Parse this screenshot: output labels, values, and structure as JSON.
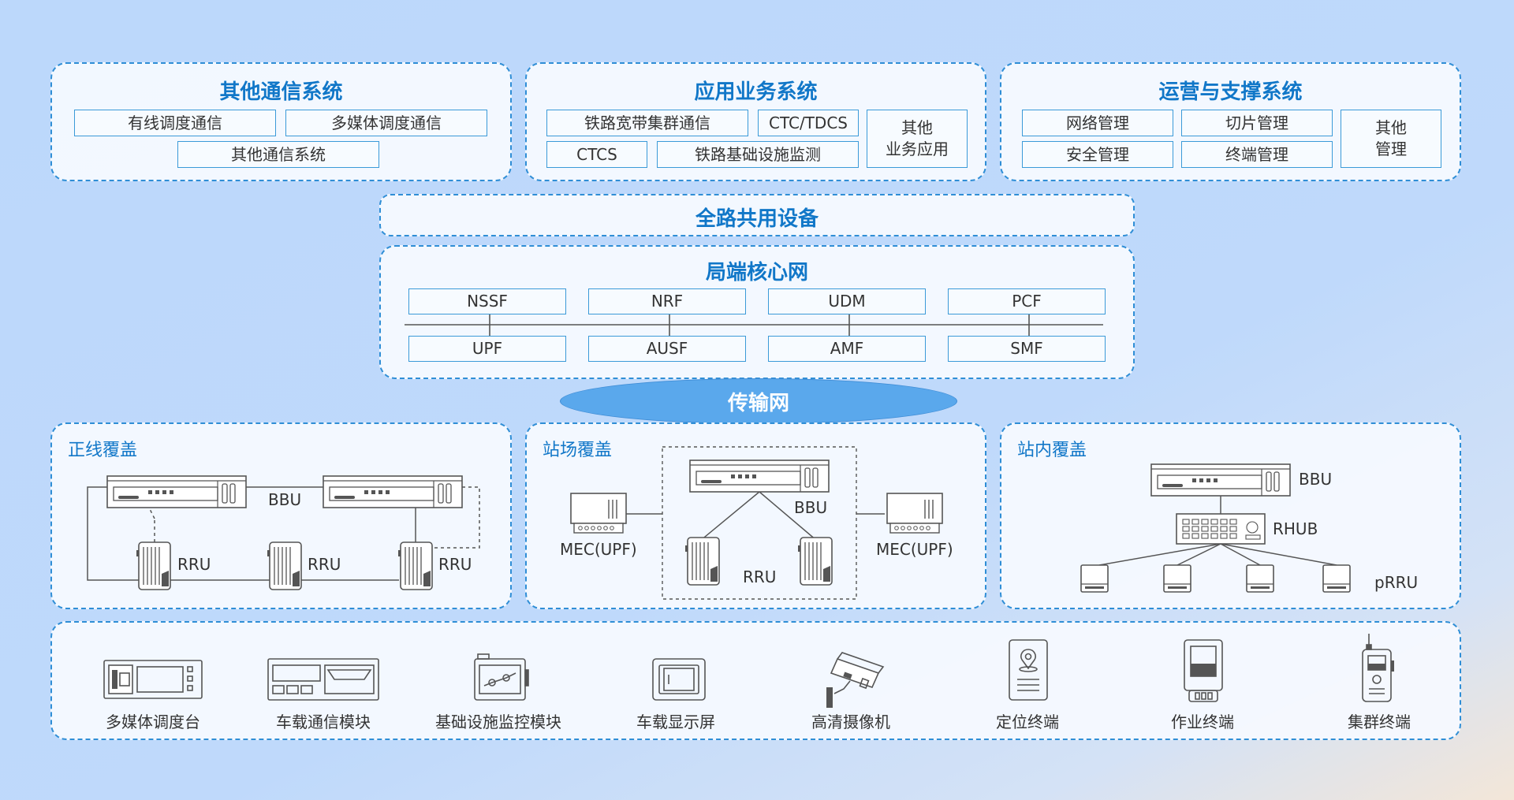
{
  "other_comm": {
    "title": "其他通信系统",
    "items": [
      "有线调度通信",
      "多媒体调度通信",
      "其他通信系统"
    ]
  },
  "app_business": {
    "title": "应用业务系统",
    "items": [
      "铁路宽带集群通信",
      "CTC/TDCS",
      "CTCS",
      "铁路基础设施监测"
    ],
    "other_line1": "其他",
    "other_line2": "业务应用"
  },
  "operations": {
    "title": "运营与支撑系统",
    "items": [
      "网络管理",
      "切片管理",
      "安全管理",
      "终端管理"
    ],
    "other_line1": "其他",
    "other_line2": "管理"
  },
  "shared_equipment": {
    "title": "全路共用设备"
  },
  "core_network": {
    "title": "局端核心网",
    "top_row": [
      "NSSF",
      "NRF",
      "UDM",
      "PCF"
    ],
    "bottom_row": [
      "UPF",
      "AUSF",
      "AMF",
      "SMF"
    ]
  },
  "transport": {
    "title": "传输网"
  },
  "mainline": {
    "title": "正线覆盖",
    "bbu": "BBU",
    "rru": [
      "RRU",
      "RRU",
      "RRU"
    ]
  },
  "station_yard": {
    "title": "站场覆盖",
    "bbu": "BBU",
    "rru": "RRU",
    "mec_left": "MEC(UPF)",
    "mec_right": "MEC(UPF)"
  },
  "indoor": {
    "title": "站内覆盖",
    "bbu": "BBU",
    "rhub": "RHUB",
    "prru": "pRRU"
  },
  "terminals": {
    "items": [
      "多媒体调度台",
      "车载通信模块",
      "基础设施监控模块",
      "车载显示屏",
      "高清摄像机",
      "定位终端",
      "作业终端",
      "集群终端"
    ],
    "icons": [
      "dispatch-console-icon",
      "vehicle-comm-module-icon",
      "infrastructure-monitor-icon",
      "vehicle-display-icon",
      "hd-camera-icon",
      "positioning-terminal-icon",
      "work-terminal-icon",
      "trunking-terminal-icon"
    ]
  },
  "colors": {
    "accent": "#1177c8",
    "border": "#2f8ed6",
    "ellipse": "#5aa8ec"
  }
}
